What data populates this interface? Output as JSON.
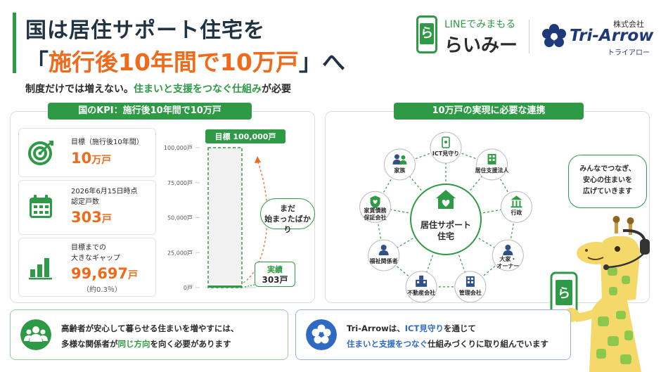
{
  "header": {
    "title_line1": "国は居住サポート住宅を",
    "title_line2_open": "「",
    "title_line2_highlight": "施行後10年間で10万戸",
    "title_line2_close": "」へ",
    "subtitle_lead": "制度だけでは増えない。",
    "subtitle_highlight": "住まいと支援をつなぐ仕組み",
    "subtitle_tail": "が必要"
  },
  "logos": {
    "raimi_mark": "ら",
    "raimi_line": "LINEでみまもる",
    "raimi_name": "らいみー",
    "company_type": "株式会社",
    "company_name": "Tri-Arrow",
    "company_kana": "トライアロー"
  },
  "left_panel": {
    "tag": "国のKPI：施行後10年間で10万戸",
    "cards": [
      {
        "icon": "target-icon",
        "label": "目標（施行後10年間）",
        "value": "10",
        "unit": "万戸"
      },
      {
        "icon": "calendar-icon",
        "label_line1": "2026年6月15日時点",
        "label_line2": "認定戸数",
        "value": "303",
        "unit": "戸"
      },
      {
        "icon": "bar-chart-icon",
        "label_line1": "目標までの",
        "label_line2": "大きなギャップ",
        "value": "99,697",
        "unit": "戸",
        "note": "（約0.3％）"
      }
    ],
    "bubble_line1": "まだ",
    "bubble_line2": "始まったばかり",
    "actual_label": "実績",
    "actual_value": "303戸"
  },
  "chart_data": {
    "type": "bar",
    "categories": [
      ""
    ],
    "series": [
      {
        "name": "目標",
        "values": [
          100000
        ]
      },
      {
        "name": "実績",
        "values": [
          303
        ]
      }
    ],
    "target_label": "目標  100,000戸",
    "yticks": [
      "100,000戸",
      "75,000戸",
      "50,000戸",
      "25,000戸",
      "0戸"
    ],
    "ytick_values": [
      100000,
      75000,
      50000,
      25000,
      0
    ],
    "ylim": [
      0,
      100000
    ],
    "title": "",
    "xlabel": "",
    "ylabel": ""
  },
  "right_panel": {
    "tag": "10万戸の実現に必要な連携",
    "center_line1": "居住サポート",
    "center_line2": "住宅",
    "nodes": [
      {
        "key": "ict",
        "icon": "smartphone-icon",
        "label": "ICT見守り"
      },
      {
        "key": "shien",
        "icon": "building-icon",
        "label": "居住支援法人"
      },
      {
        "key": "gyosei",
        "icon": "government-icon",
        "label": "行政"
      },
      {
        "key": "ooya",
        "icon": "person-icon",
        "label": "大家・\nオーナー"
      },
      {
        "key": "kanri",
        "icon": "building-icon",
        "label": "管理会社"
      },
      {
        "key": "fudosan",
        "icon": "office-icon",
        "label": "不動産会社"
      },
      {
        "key": "fukushi",
        "icon": "person-icon",
        "label": "福祉関係者"
      },
      {
        "key": "hosho",
        "icon": "shield-heart-icon",
        "label": "家賃債務\n保証会社"
      },
      {
        "key": "kazoku",
        "icon": "family-icon",
        "label": "家族"
      }
    ],
    "bubble_line1": "みんなでつなぎ、",
    "bubble_line2": "安心の住まいを",
    "bubble_line3": "広げていきます"
  },
  "bottom": {
    "left_line1": "高齢者が安心して暮らせる住まいを増やすには、",
    "left_line2_pre": "多様な関係者が",
    "left_line2_hl": "同じ方向",
    "left_line2_post": "を向く必要があります",
    "right_line1_pre": "Tri-Arrowは、",
    "right_line1_hl": "ICT見守り",
    "right_line1_post": "を通じて",
    "right_line2_hl": "住まいと支援をつなぐ",
    "right_line2_post": "仕組みづくりに取り組んでいます"
  },
  "colors": {
    "green": "#2f9a45",
    "orange": "#ef6a1a",
    "navy": "#1f3344",
    "blue": "#2f6ac2"
  }
}
